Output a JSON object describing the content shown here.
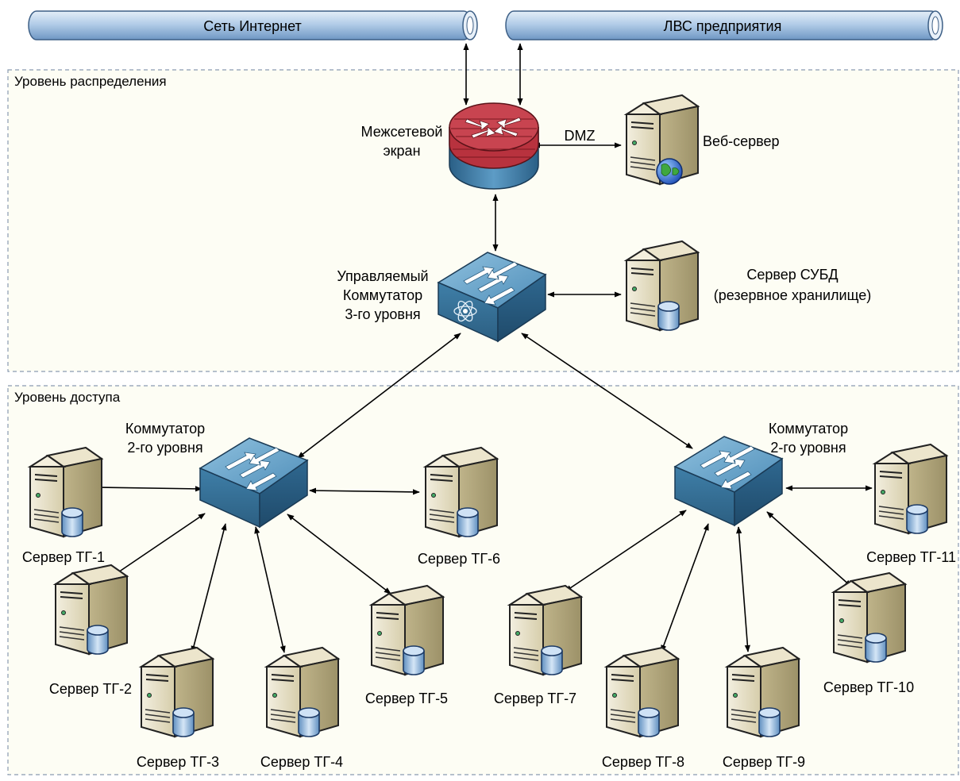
{
  "zones": {
    "distribution": "Уровень распределения",
    "access": "Уровень доступа"
  },
  "networks": {
    "internet": "Сеть Интернет",
    "lan": "ЛВС предприятия"
  },
  "firewall": {
    "line1": "Межсетевой",
    "line2": "экран"
  },
  "dmz": "DMZ",
  "web_server": "Веб-сервер",
  "core_switch": {
    "line1": "Управляемый",
    "line2": "Коммутатор",
    "line3": "3-го уровня"
  },
  "dbms_server": {
    "line1": "Сервер СУБД",
    "line2": "(резервное хранилище)"
  },
  "access_switch_left": {
    "line1": "Коммутатор",
    "line2": "2-го уровня"
  },
  "access_switch_right": {
    "line1": "Коммутатор",
    "line2": "2-го уровня"
  },
  "servers": {
    "tg1": "Сервер ТГ-1",
    "tg2": "Сервер ТГ-2",
    "tg3": "Сервер ТГ-3",
    "tg4": "Сервер ТГ-4",
    "tg5": "Сервер ТГ-5",
    "tg6": "Сервер ТГ-6",
    "tg7": "Сервер ТГ-7",
    "tg8": "Сервер ТГ-8",
    "tg9": "Сервер ТГ-9",
    "tg10": "Сервер ТГ-10",
    "tg11": "Сервер ТГ-11"
  },
  "icons": {
    "server": "server-tower-icon",
    "database": "database-cylinder-icon",
    "globe": "globe-icon",
    "firewall": "firewall-router-icon",
    "switch": "network-switch-icon"
  },
  "colors": {
    "zone_fill": "#fdfdf4",
    "zone_border": "#8a9ab0",
    "pipe": "#a8c4e4",
    "switch": "#3f7fa8",
    "firewall_brick": "#b8323e",
    "server_body": "#e2dbc2"
  }
}
